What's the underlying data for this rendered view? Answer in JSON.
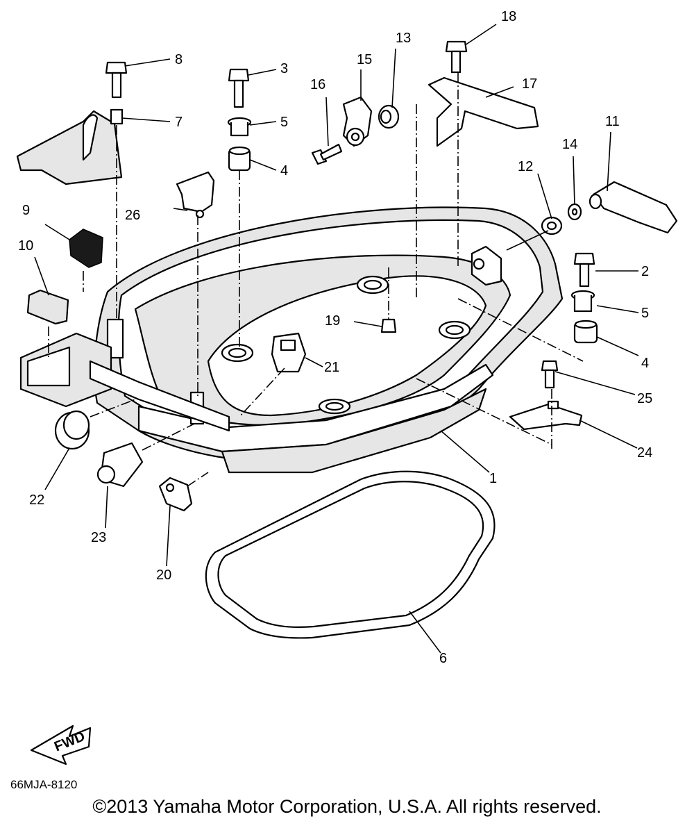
{
  "diagram": {
    "code": "66MJA-8120",
    "fwd_label": "FWD",
    "copyright": "©2013 Yamaha Motor Corporation, U.S.A. All rights reserved.",
    "callouts": [
      "1",
      "2",
      "3",
      "4",
      "4",
      "5",
      "5",
      "6",
      "7",
      "8",
      "9",
      "10",
      "11",
      "12",
      "13",
      "14",
      "15",
      "16",
      "17",
      "18",
      "19",
      "20",
      "21",
      "22",
      "23",
      "24",
      "25",
      "26"
    ]
  }
}
